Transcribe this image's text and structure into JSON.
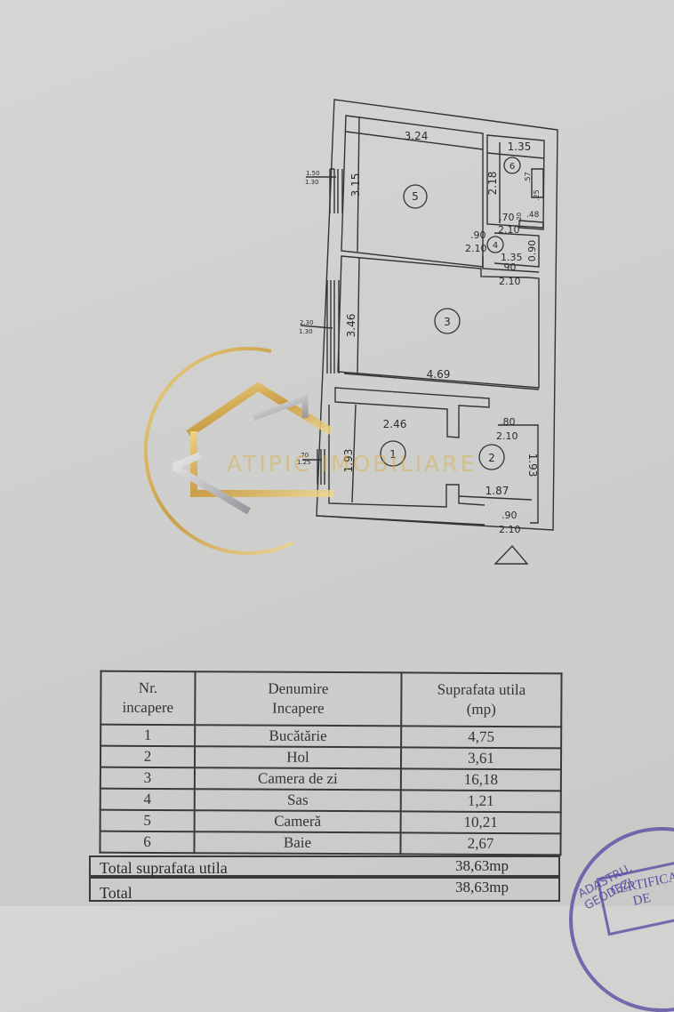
{
  "floor_plan": {
    "rooms": [
      {
        "number": "1",
        "label": "1"
      },
      {
        "number": "2",
        "label": "2"
      },
      {
        "number": "3",
        "label": "3"
      },
      {
        "number": "4",
        "label": "4"
      },
      {
        "number": "5",
        "label": "5"
      },
      {
        "number": "6",
        "label": "6"
      }
    ],
    "dimensions": {
      "room5_width": "3.24",
      "room5_height": "3.15",
      "room6_width": "1.35",
      "room6_height": "2.18",
      "room6_fixture_a": ".57",
      "room6_fixture_b": ".25",
      "room6_fixture_c": ".48",
      "room6_fixture_d": ".20",
      "door6_top": ".70",
      "door6_bottom": "2.10",
      "door4_top": ".90",
      "door4_bottom": "2.10",
      "room4_width": "1.35",
      "room4_height": "0.90",
      "door3_top": ".90",
      "door3_bottom": "2.10",
      "window5_top": "1.50",
      "window5_bottom": "1.30",
      "window3_top": "2.30",
      "window3_bottom": "1.30",
      "room3_height": "3.46",
      "room3_width": "4.69",
      "room1_width": "2.46",
      "room1_height": "1.93",
      "window1_top": ".70",
      "window1_bottom": "1.25",
      "door2_top": ".80",
      "door2_bottom": "2.10",
      "room2_height": "1.93",
      "room2_width": "1.87",
      "entrance_top": ".90",
      "entrance_bottom": "2.10"
    },
    "north_marker": "triangle"
  },
  "watermark": {
    "brand": "ATIPIC IMOBILIARE",
    "gold": "#d4a93c",
    "silver": "#b8b8bc"
  },
  "table": {
    "headers": {
      "col1": "Nr. incapere",
      "col1_line1": "Nr.",
      "col1_line2": "incapere",
      "col2_line1": "Denumire",
      "col2_line2": "Incapere",
      "col3_line1": "Suprafata utila",
      "col3_line2": "(mp)"
    },
    "rows": [
      {
        "nr": "1",
        "name": "Bucătărie",
        "area": "4,75"
      },
      {
        "nr": "2",
        "name": "Hol",
        "area": "3,61"
      },
      {
        "nr": "3",
        "name": "Camera de zi",
        "area": "16,18"
      },
      {
        "nr": "4",
        "name": "Sas",
        "area": "1,21"
      },
      {
        "nr": "5",
        "name": "Cameră",
        "area": "10,21"
      },
      {
        "nr": "6",
        "name": "Baie",
        "area": "2,67"
      }
    ],
    "total_useful_label": "Total  suprafata utila",
    "total_useful_value": "38,63mp",
    "total_label": "Total",
    "total_value": "38,63mp"
  },
  "stamp": {
    "arc_text": "ADASTRU, GEODEZI",
    "line1": "CERTIFICAT",
    "line2": "DE",
    "color": "#4f46a0"
  }
}
